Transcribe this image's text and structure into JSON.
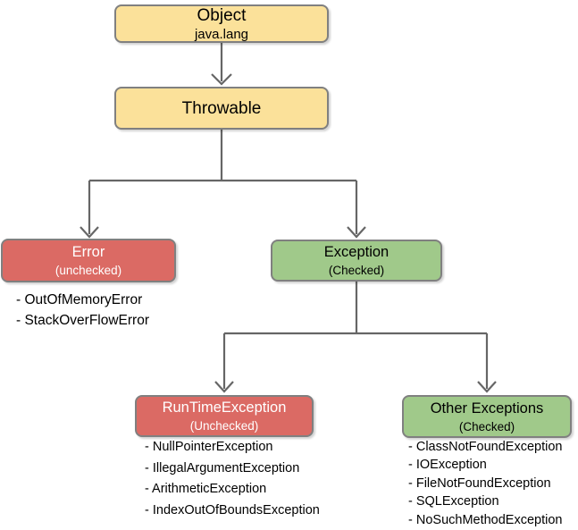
{
  "diagram": {
    "nodes": {
      "object": {
        "title": "Object",
        "subtitle": "java.lang"
      },
      "throwable": {
        "title": "Throwable"
      },
      "error": {
        "title": "Error",
        "subtitle": "(unchecked)"
      },
      "exception": {
        "title": "Exception",
        "subtitle": "(Checked)"
      },
      "runtime": {
        "title": "RunTimeException",
        "subtitle": "(Unchecked)"
      },
      "other": {
        "title": "Other Exceptions",
        "subtitle": "(Checked)"
      }
    },
    "lists": {
      "error": [
        "- OutOfMemoryError",
        "- StackOverFlowError"
      ],
      "runtime": [
        "- NullPointerException",
        "- IllegalArgumentException",
        "- ArithmeticException",
        "- IndexOutOfBoundsException"
      ],
      "other": [
        "- ClassNotFoundException",
        "- IOException",
        "- FileNotFoundException",
        "- SQLException",
        "- NoSuchMethodException"
      ]
    },
    "colors": {
      "yellow": "#FBE19A",
      "red": "#DB6A64",
      "green": "#A0C98A",
      "border": "#808080",
      "connector": "#666666",
      "text_dark": "#000000",
      "text_light": "#FFFFFF"
    }
  }
}
